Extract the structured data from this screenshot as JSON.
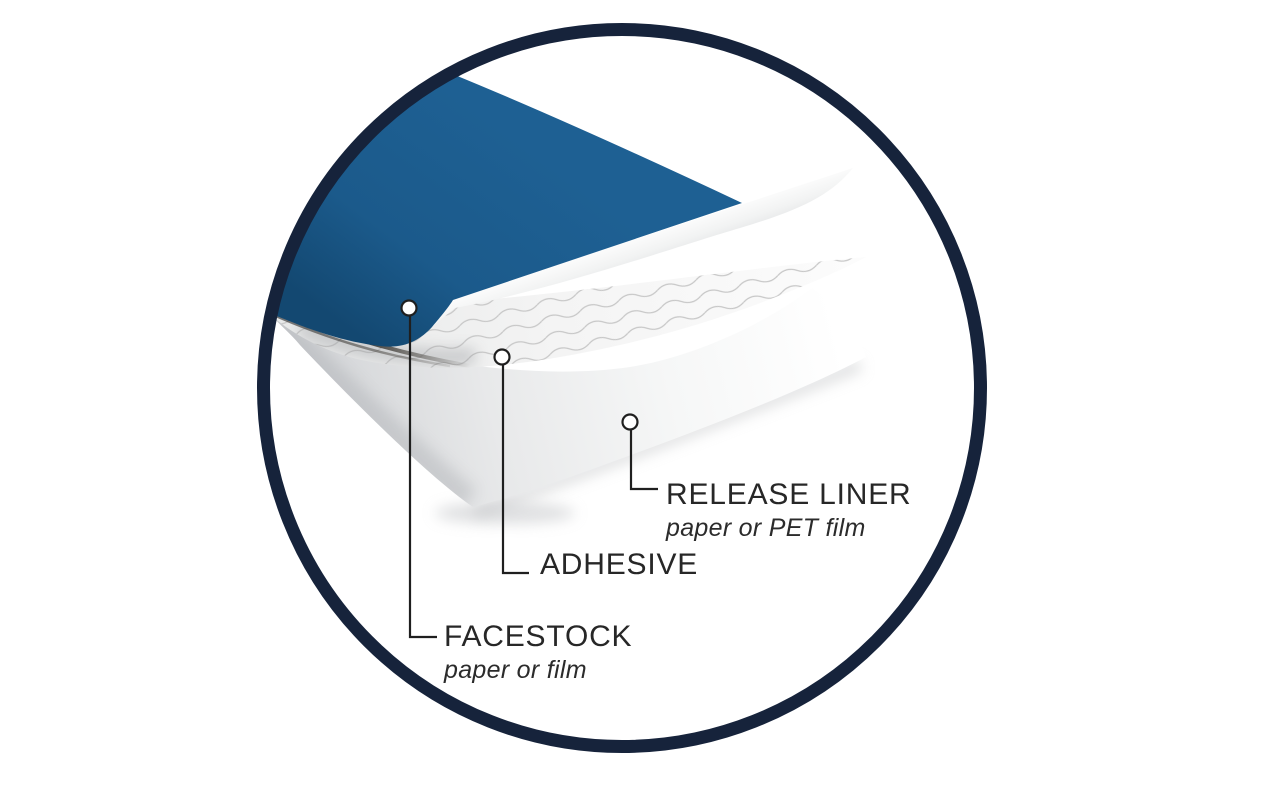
{
  "diagram": {
    "name": "label-material-construction",
    "frame_color": "#16233B",
    "text_color": "#272727",
    "layers": [
      {
        "id": "facestock",
        "label": "FACESTOCK",
        "sublabel": "paper or film",
        "color": "#1B5A8B"
      },
      {
        "id": "adhesive",
        "label": "ADHESIVE",
        "color": "#F4F4F4"
      },
      {
        "id": "release_liner",
        "label": "RELEASE LINER",
        "sublabel": "paper or PET film",
        "color": "#EDEEEF"
      }
    ]
  }
}
